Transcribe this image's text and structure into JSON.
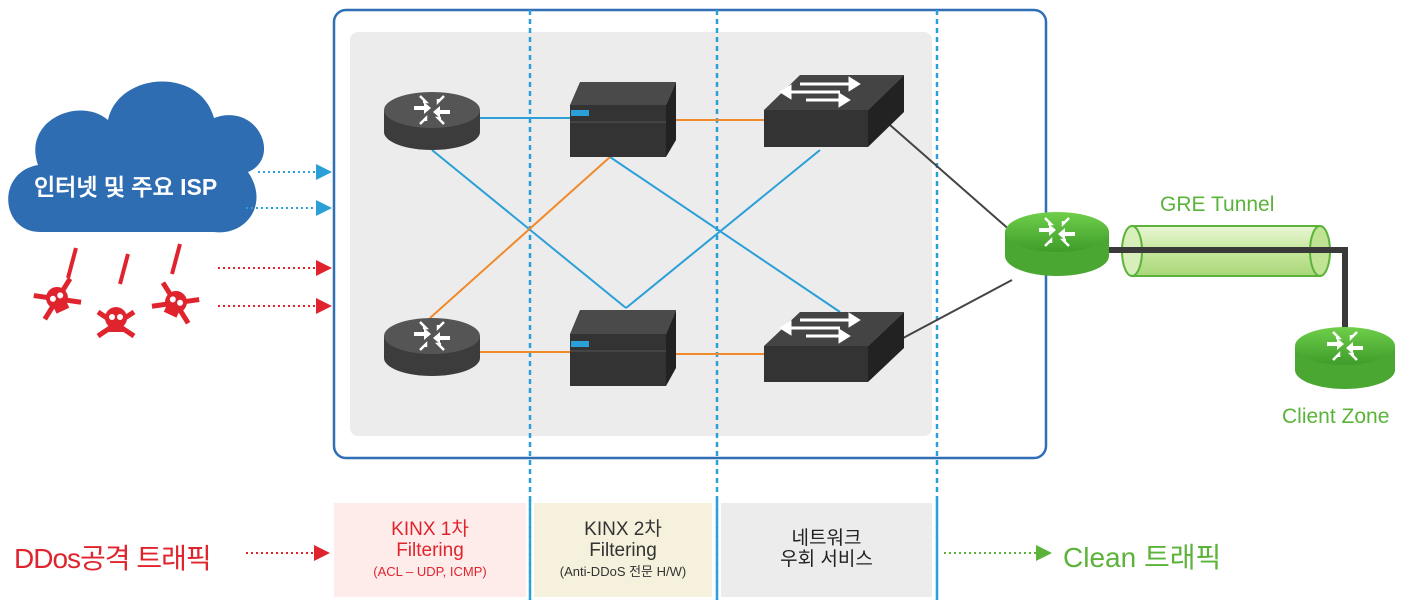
{
  "cloud_label": "인터넷 및 주요 ISP",
  "gre_label": "GRE Tunnel",
  "client_label": "Client Zone",
  "attack_label": "DDos공격 트래픽",
  "clean_label": "Clean 트래픽",
  "stages": [
    {
      "line1": "KINX 1차",
      "line2": "Filtering",
      "line3": "(ACL – UDP, ICMP)"
    },
    {
      "line1": "KINX 2차",
      "line2": "Filtering",
      "line3": "(Anti-DDoS 전문 H/W)"
    },
    {
      "line1": "네트워크",
      "line2": "우회 서비스",
      "line3": ""
    }
  ],
  "colors": {
    "frame": "#2e6fb5",
    "cloud": "#2f6db3",
    "attack": "#e0242e",
    "clean": "#5bb33a",
    "blue_link": "#2a9fd8",
    "orange_link": "#f08a2a",
    "stage1_bg": "#fdecea",
    "stage2_bg": "#f5f1dc",
    "stage3_bg": "#ececec"
  }
}
